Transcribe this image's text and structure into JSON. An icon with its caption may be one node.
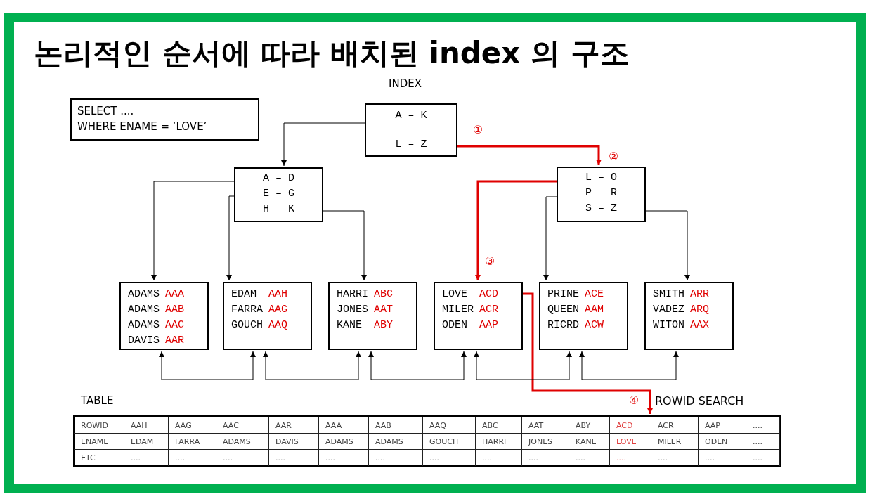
{
  "diagram": {
    "title": "논리적인 순서에 따라 배치된 index 의 구조",
    "nodes": [
      {
        "text": [
          "SELECT ....",
          "WHERE ENAME = ‘LOVE’"
        ]
      },
      {
        "text": [
          "A – K",
          "L – Z"
        ]
      },
      {
        "text": [
          "A – D",
          "E – G",
          "H – K"
        ]
      },
      {
        "text": [
          "L – O",
          "P – R",
          "S – Z"
        ]
      },
      {
        "text": [
          "ADAMS",
          "AAA",
          "ADAMS",
          "AAB",
          "ADAMS",
          "AAC",
          "DAVIS",
          "AAR"
        ]
      },
      {
        "text": [
          "EDAM",
          "AAH",
          "FARRA",
          "AAG",
          "GOUCH",
          "AAQ"
        ]
      },
      {
        "text": [
          "HARRI",
          "ABC",
          "JONES",
          "AAT",
          "KANE",
          "ABY"
        ]
      },
      {
        "text": [
          "LOVE",
          "ACD",
          "MILER",
          "ACR",
          "ODEN",
          "AAP"
        ]
      },
      {
        "text": [
          "PRINE",
          "ACE",
          "QUEEN",
          "AAM",
          "RICRD",
          "ACW"
        ]
      },
      {
        "text": [
          "SMITH",
          "ARR",
          "VADEZ",
          "ARQ",
          "WITON",
          "AAX"
        ]
      },
      {
        "text": [],
        "shape": "table"
      }
    ],
    "edges": [
      {
        "from": 1,
        "to": 2,
        "arrow": "to"
      },
      {
        "from": 1,
        "to": 3,
        "arrow": "to",
        "label": "①",
        "style": "thick",
        "color": "#e00000"
      },
      {
        "from": 2,
        "to": 4,
        "arrow": "to"
      },
      {
        "from": 2,
        "to": 5,
        "arrow": "to"
      },
      {
        "from": 2,
        "to": 6,
        "arrow": "to"
      },
      {
        "from": 3,
        "to": 7,
        "arrow": "to",
        "label": "③",
        "style": "thick",
        "color": "#e00000"
      },
      {
        "from": 3,
        "to": 8,
        "arrow": "to"
      },
      {
        "from": 3,
        "to": 9,
        "arrow": "to"
      },
      {
        "from": 7,
        "to": 10,
        "arrow": "to",
        "label": "④",
        "style": "thick",
        "color": "#e00000"
      },
      {
        "from": 4,
        "to": 5,
        "arrow": "both"
      },
      {
        "from": 5,
        "to": 6,
        "arrow": "both"
      },
      {
        "from": 6,
        "to": 7,
        "arrow": "both"
      },
      {
        "from": 7,
        "to": 8,
        "arrow": "both"
      },
      {
        "from": 8,
        "to": 9,
        "arrow": "both"
      }
    ],
    "labels": [
      "INDEX",
      "②",
      "TABLE",
      "ROWID SEARCH",
      "ROWID",
      "AAH",
      "AAG",
      "AAC",
      "AAR",
      "AAA",
      "AAB",
      "AAQ",
      "ABC",
      "AAT",
      "ABY",
      "ACD",
      "ACR",
      "AAP",
      "....",
      "ENAME",
      "EDAM",
      "FARRA",
      "ADAMS",
      "DAVIS",
      "ADAMS",
      "ADAMS",
      "GOUCH",
      "HARRI",
      "JONES",
      "KANE",
      "LOVE",
      "MILER",
      "ODEN",
      "....",
      "ETC",
      "....",
      "....",
      "....",
      "....",
      "....",
      "....",
      "....",
      "....",
      "....",
      "....",
      "....",
      "....",
      "....",
      "...."
    ]
  }
}
